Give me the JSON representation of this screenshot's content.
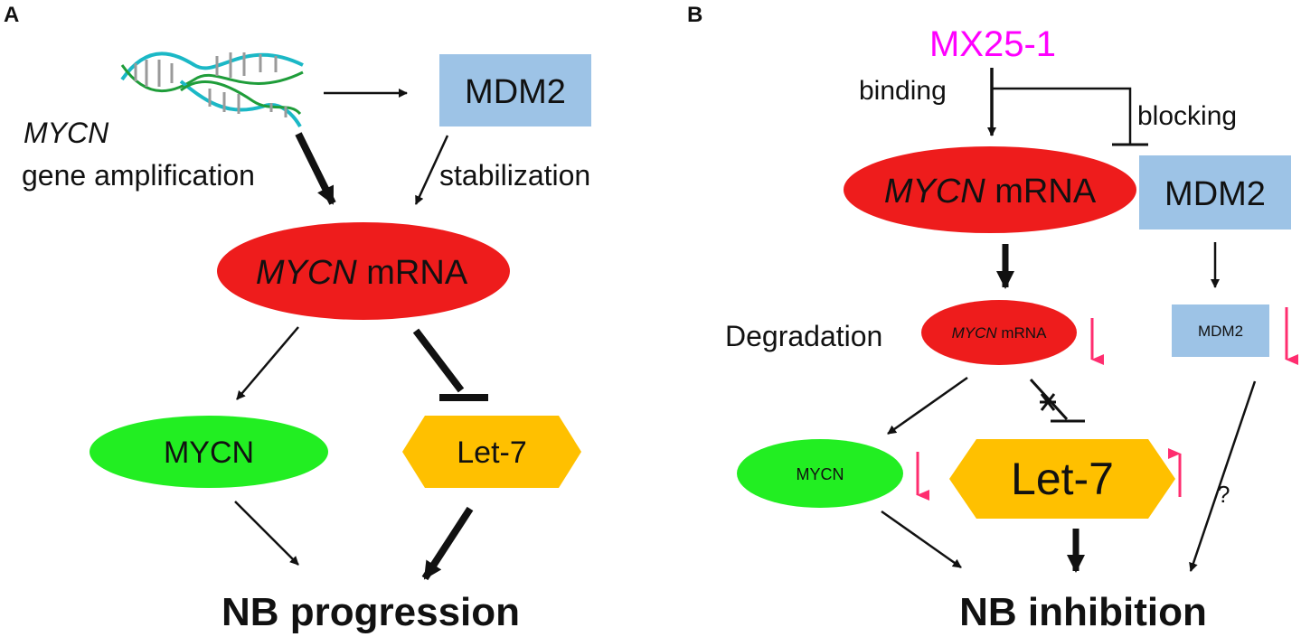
{
  "panel_a": {
    "label": "A",
    "gene_line1": "MYCN",
    "gene_line2": "gene amplification",
    "mdm2": "MDM2",
    "stabilization": "stabilization",
    "mycn_mrna_italic": "MYCN",
    "mycn_mrna_rest": " mRNA",
    "mycn_protein": "MYCN",
    "let7": "Let-7",
    "outcome": "NB progression"
  },
  "panel_b": {
    "label": "B",
    "drug": "MX25-1",
    "binding": "binding",
    "blocking": "blocking",
    "mycn_mrna_italic": "MYCN",
    "mycn_mrna_rest": " mRNA",
    "mdm2": "MDM2",
    "degradation": "Degradation",
    "mycn_mrna_small_italic": "MYCN",
    "mycn_mrna_small_rest": " mRNA",
    "mdm2_small": "MDM2",
    "mycn_protein": "MYCN",
    "let7": "Let-7",
    "question": "?",
    "outcome": "NB inhibition"
  },
  "colors": {
    "mrna_red": "#ee1c1c",
    "mycn_green": "#22ee22",
    "let7_orange": "#ffc000",
    "mdm2_blue": "#9dc3e6",
    "drug_magenta": "#ff00ff",
    "change_arrow_pink": "#ff2d6f"
  }
}
